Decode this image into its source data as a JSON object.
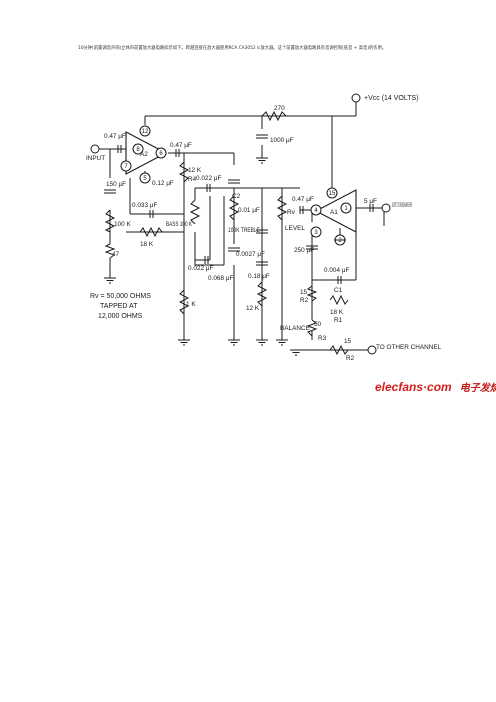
{
  "page": {
    "intro_text": "10分钟(前置调音声响)立体声前置放大器电路如示如下。跨越连接在放大器使用RCA CA3052 ic放大器。这个前置放大器电路具有音调控制(低音 + 高音)的作用。"
  },
  "circuit": {
    "vcc_label": "+Vcc (14 VOLTS)",
    "input_label": "INPUT",
    "output_label": "OUTPUT TO POWER AMPLIFIER",
    "other_channel_label": "TO OTHER CHANNEL",
    "amplifiers": {
      "a2": "A2",
      "a1": "A1"
    },
    "pins": [
      "12",
      "7",
      "8",
      "6",
      "5",
      "15",
      "4",
      "3",
      "2",
      "1"
    ],
    "components": {
      "r270": "270",
      "c1000": "1000 μF",
      "c_in": "0.47 μF",
      "c150": "150 μF",
      "c012": "0.12 μF",
      "c047b": "0.47 μF",
      "r12k": "12 K",
      "r12k_label": "R4",
      "c0033": "0.033 μF",
      "r100k": "100 K",
      "r18k": "18 K",
      "r47": "47",
      "bass": "BASS 100 K",
      "c0022": "0.022 μF",
      "c2": "C2",
      "c001": "0.01 μF",
      "treble": "100K TREBLE",
      "c00027": "0.0027 μF",
      "c0022b": "0.022 μF",
      "c0068": "0.068 μF",
      "r1k": "1 K",
      "c018": "0.18 μF",
      "r12k_b": "12 K",
      "rv": "Rv",
      "level": "LEVEL",
      "c047c": "0.47 μF",
      "c5": "5 μF",
      "c250": "250 μF",
      "c0004": "0.004 μF",
      "c1": "C1",
      "r15": "15",
      "r2": "R2",
      "r18k_b": "18 K",
      "r1": "R1",
      "balance": "BALANCE",
      "r50": "50",
      "r3": "R3",
      "r15b": "15",
      "r2b": "R2"
    },
    "note": [
      "Rv = 50,000 OHMS",
      "TAPPED AT",
      "12,000 OHMS"
    ]
  },
  "watermark": {
    "brand": "elecfans·com",
    "tagline": "电子发烧友"
  },
  "colors": {
    "ink": "#1a1a1a",
    "watermark_red": "#d81e1e"
  }
}
